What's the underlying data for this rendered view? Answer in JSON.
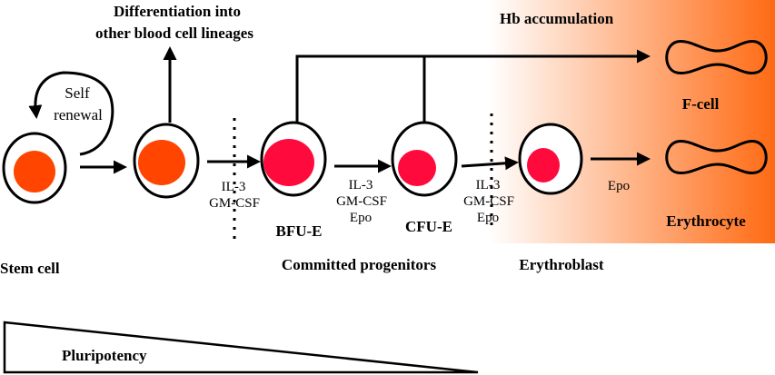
{
  "labels": {
    "differentiation_line1": "Differentiation into",
    "differentiation_line2": "other blood cell lineages",
    "hb_accumulation": "Hb  accumulation",
    "self_renewal_line1": "Self",
    "self_renewal_line2": "renewal",
    "f_cell": "F-cell",
    "erythrocyte": "Erythrocyte",
    "stem_cell": "Stem cell",
    "bfu_e": "BFU-E",
    "cfu_e": "CFU-E",
    "committed_progenitors": "Committed progenitors",
    "erythroblast": "Erythroblast",
    "pluripotency": "Pluripotency"
  },
  "factors": {
    "step1_line1": "IL-3",
    "step1_line2": "GM-CSF",
    "step2_line1": "IL-3",
    "step2_line2": "GM-CSF",
    "step2_line3": "Epo",
    "step3_line1": "IL-3",
    "step3_line2": "GM-CSF",
    "step3_line3": "Epo",
    "step4": "Epo"
  },
  "colors": {
    "stem_nucleus": "#ff4500",
    "erythroid_nucleus": "#ff0a3c",
    "gradient_start": "#ffffff",
    "gradient_end": "#ff6a13"
  }
}
